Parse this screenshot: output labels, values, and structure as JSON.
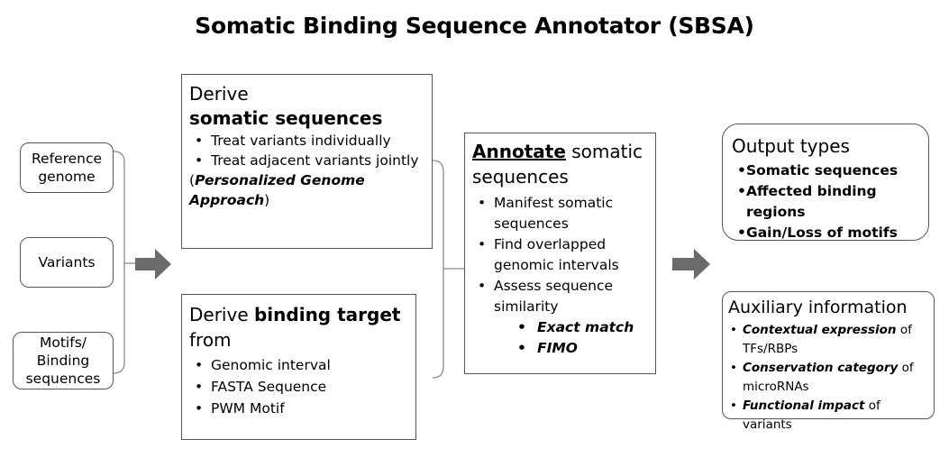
{
  "title": "Somatic Binding Sequence Annotator (SBSA)",
  "inputs": {
    "reference_genome": "Reference genome",
    "variants": "Variants",
    "motifs": "Motifs/ Binding sequences"
  },
  "derive_somatic": {
    "line1": "Derive",
    "line2": "somatic sequences",
    "bullets": [
      "Treat variants individually",
      "Treat adjacent variants jointly"
    ],
    "note_open": "(",
    "note_bold": "Personalized Genome Approach",
    "note_close": ")"
  },
  "derive_binding": {
    "prefix": "Derive ",
    "bold": "binding target",
    "suffix": "from",
    "bullets": [
      "Genomic interval",
      "FASTA Sequence",
      "PWM Motif"
    ]
  },
  "annotate": {
    "heading_bold": "Annotate",
    "heading_rest": " somatic sequences",
    "bullets": [
      "Manifest somatic sequences",
      "Find overlapped genomic intervals",
      "Assess sequence similarity"
    ],
    "sub_bullets": [
      "Exact match",
      "FIMO"
    ]
  },
  "output_types": {
    "heading": "Output types",
    "bullets": [
      "Somatic sequences",
      "Affected binding regions",
      "Gain/Loss of motifs"
    ]
  },
  "auxiliary": {
    "heading": "Auxiliary information",
    "items": [
      {
        "bold": "Contextual expression",
        "rest": " of TFs/RBPs"
      },
      {
        "bold": "Conservation category",
        "rest": " of microRNAs"
      },
      {
        "bold": "Functional impact",
        "rest": " of variants"
      }
    ]
  },
  "colors": {
    "arrow": "#6b6b6b",
    "border": "#555555",
    "connector": "#8c8c8c"
  }
}
